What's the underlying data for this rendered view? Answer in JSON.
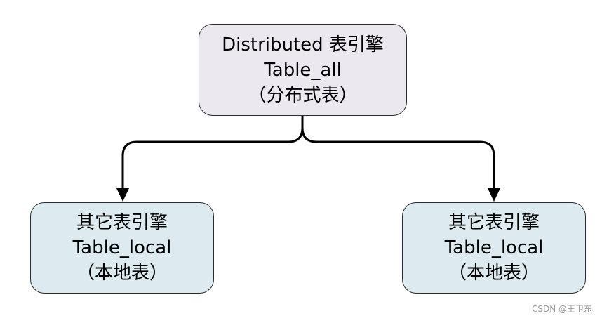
{
  "colors": {
    "top_node_fill": "#ece8f0",
    "bottom_node_fill": "#ddebf0",
    "border": "#2b2b2b",
    "connector": "#000000"
  },
  "nodes": {
    "top": {
      "line1": "Distributed 表引擎",
      "line2": "Table_all",
      "line3": "（分布式表）"
    },
    "left": {
      "line1": "其它表引擎",
      "line2": "Table_local",
      "line3": "（本地表）"
    },
    "right": {
      "line1": "其它表引擎",
      "line2": "Table_local",
      "line3": "（本地表）"
    }
  },
  "watermark": "CSDN @王卫东"
}
